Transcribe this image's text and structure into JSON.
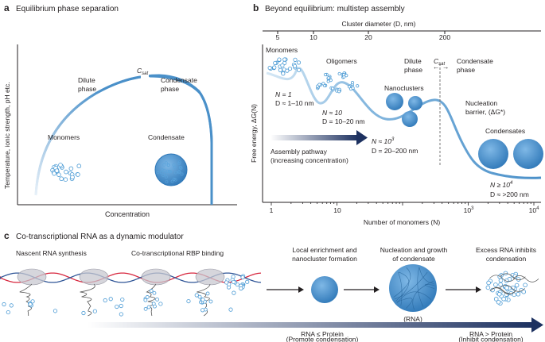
{
  "colors": {
    "curve": "#4a90c9",
    "curve_light": "#c5dff1",
    "bubble_stroke": "#4a9ad4",
    "cluster_fill": "#4a95d0",
    "cluster_dark": "#2f78b8",
    "arrow_dark": "#1d3160",
    "rna_red": "#d7263d",
    "rna_blue": "#2f5597",
    "dna_shadow": "#c8c8d0",
    "axis": "#231f20"
  },
  "panel_a": {
    "label": "a",
    "title": "Equilibrium phase separation",
    "y_axis_label": "Temperature, ionic strength, pH etc.",
    "x_axis_label": "Concentration",
    "dilute_line1": "Dilute",
    "dilute_line2": "phase",
    "csat_main": "C",
    "csat_sub": "sat",
    "condensate_line1": "Condensate",
    "condensate_line2": "phase",
    "monomers": "Monomers",
    "condensate": "Condensate"
  },
  "panel_b": {
    "label": "b",
    "title": "Beyond equilibrium: multistep assembly",
    "top_axis_title": "Cluster diameter (D, nm)",
    "top_ticks": [
      "5",
      "10",
      "20",
      "200"
    ],
    "y_axis_label": "Free energy, ΔG(N)",
    "x_axis_title": "Number of monomers (N)",
    "x_ticks": {
      "t1": "1",
      "t10": "10",
      "t1000_base": "10",
      "t1000_exp": "3",
      "t10000_base": "10",
      "t10000_exp": "4"
    },
    "monomers": "Monomers",
    "monomers_n": "N = 1",
    "monomers_d": "D ≈ 1–10 nm",
    "oligomers": "Oligomers",
    "oligomers_n": "N ≈ 10",
    "oligomers_d": "D = 10–20 nm",
    "nanoclusters": "Nanoclusters",
    "nano_n_base": "N ≈ 10",
    "nano_n_exp": "3",
    "nano_d": "D = 20–200 nm",
    "dilute_line1": "Dilute",
    "dilute_line2": "phase",
    "csat_main": "C",
    "csat_sub": "sat",
    "condensate_phase_line1": "Condensate",
    "condensate_phase_line2": "phase",
    "nucleation_line1": "Nucleation",
    "nucleation_line2": "barrier, (ΔG*)",
    "condensates": "Condensates",
    "cond_n_base": "N ≥ 10",
    "cond_n_exp": "4",
    "cond_d": "D ≈ >200 nm",
    "pathway_line1": "Assembly pathway",
    "pathway_line2": "(increasing concentration)"
  },
  "panel_c": {
    "label": "c",
    "title": "Co-transcriptional RNA as a dynamic modulator",
    "nascent": "Nascent RNA synthesis",
    "rbp": "Co-transcriptional RBP binding",
    "local_line1": "Local enrichment and",
    "local_line2": "nanocluster formation",
    "nucleation_line1": "Nucleation and growth",
    "nucleation_line2": "of condensate",
    "rna_label": "(RNA)",
    "excess_line1": "Excess RNA inhibits",
    "excess_line2": "condensation",
    "left_ratio": "RNA ≤ Protein",
    "left_effect": "(Promote condensation)",
    "right_ratio": "RNA > Protein",
    "right_effect": "(Inhibit condensation)"
  }
}
